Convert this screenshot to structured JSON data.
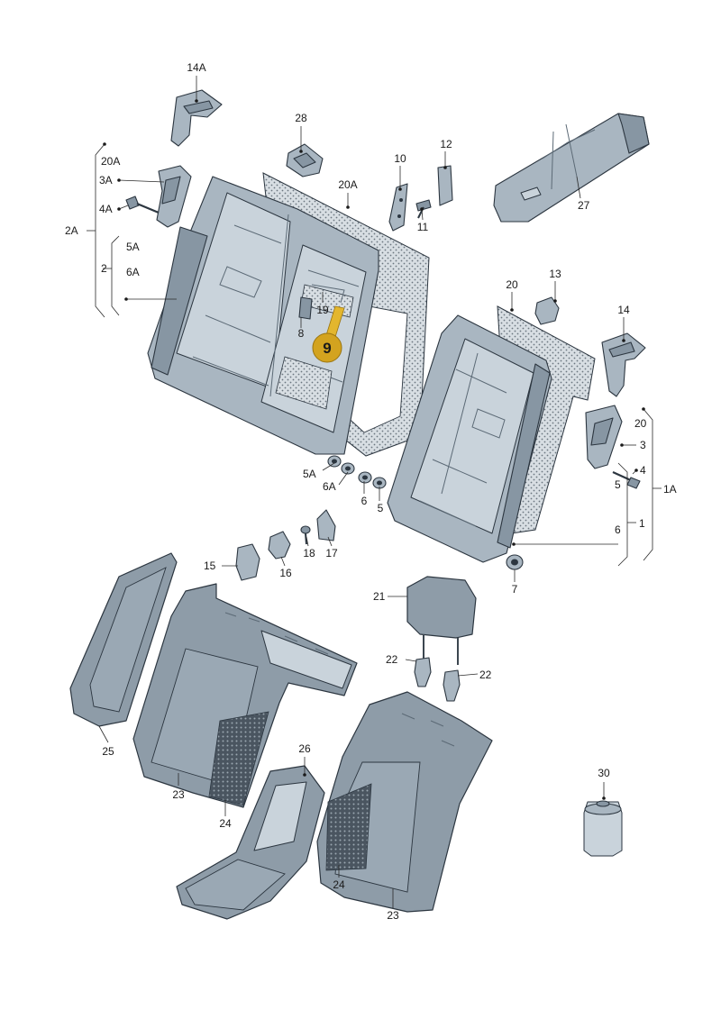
{
  "callouts": {
    "c14A": "14A",
    "c28": "28",
    "c12": "12",
    "c10": "10",
    "c11": "11",
    "c20A_top": "20A",
    "c20A_left": "20A",
    "c3A": "3A",
    "c4A": "4A",
    "c2A": "2A",
    "c5A_left": "5A",
    "c2": "2",
    "c6A_left": "6A",
    "c27": "27",
    "c19": "19",
    "c8": "8",
    "c20": "20",
    "c13": "13",
    "c14": "14",
    "c20_right": "20",
    "c3": "3",
    "c4": "4",
    "c1A": "1A",
    "c5_right": "5",
    "c1": "1",
    "c6_right": "6",
    "c5A": "5A",
    "c6A": "6A",
    "c6": "6",
    "c5": "5",
    "c7": "7",
    "c15": "15",
    "c16": "16",
    "c18": "18",
    "c17": "17",
    "c21": "21",
    "c22_left": "22",
    "c22_right": "22",
    "c25": "25",
    "c26": "26",
    "c23_left": "23",
    "c24_left": "24",
    "c30": "30",
    "c24_right": "24",
    "c23_right": "23"
  },
  "highlight": {
    "label": "9",
    "color": "#d3a31f"
  }
}
